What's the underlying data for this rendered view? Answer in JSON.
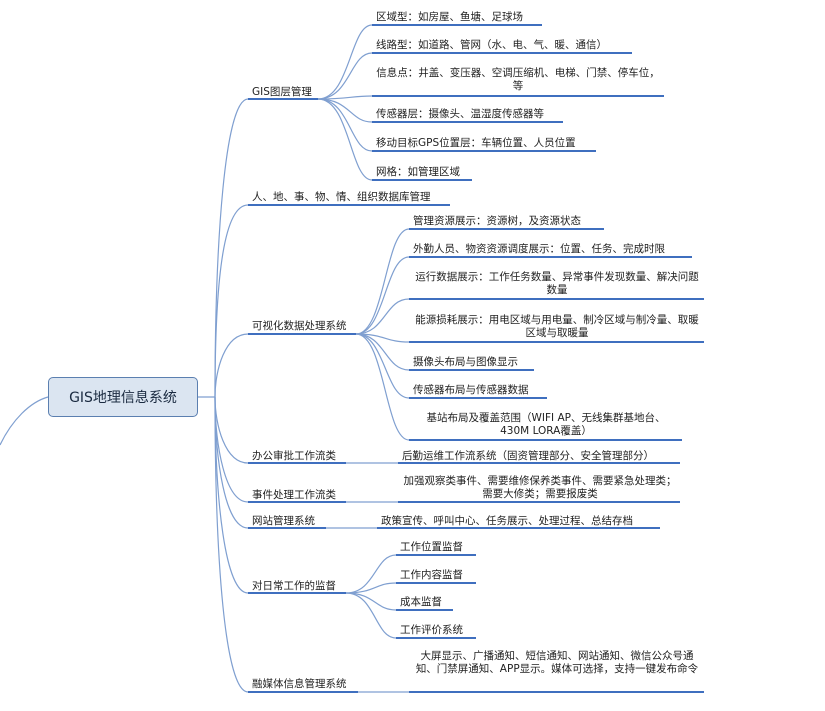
{
  "root": "GIS地理信息系统",
  "branches": [
    {
      "label": "GIS图层管理",
      "children": [
        "区域型：如房屋、鱼塘、足球场",
        "线路型：如道路、管网（水、电、气、暖、通信）",
        "信息点：井盖、变压器、空调压缩机、电梯、门禁、停车位，等",
        "传感器层：摄像头、温湿度传感器等",
        "移动目标GPS位置层：车辆位置、人员位置",
        "网格：如管理区域"
      ]
    },
    {
      "label": "人、地、事、物、情、组织数据库管理",
      "children": []
    },
    {
      "label": "可视化数据处理系统",
      "children": [
        "管理资源展示：资源树，及资源状态",
        "外勤人员、物资资源调度展示：位置、任务、完成时限",
        "运行数据展示：工作任务数量、异常事件发现数量、解决问题数量",
        "能源损耗展示：用电区域与用电量、制冷区域与制冷量、取暖区域与取暖量",
        "摄像头布局与图像显示",
        "传感器布局与传感器数据",
        "基站布局及覆盖范围（WIFI AP、无线集群基地台、430M LORA覆盖）"
      ]
    },
    {
      "label": "办公审批工作流类",
      "children": [
        "后勤运维工作流系统（固资管理部分、安全管理部分）"
      ]
    },
    {
      "label": "事件处理工作流类",
      "children": [
        "加强观察类事件、需要维修保养类事件、需要紧急处理类；需要大修类；需要报废类"
      ]
    },
    {
      "label": "网站管理系统",
      "children": [
        "政策宣传、呼叫中心、任务展示、处理过程、总结存档"
      ]
    },
    {
      "label": "对日常工作的监督",
      "children": [
        "工作位置监督",
        "工作内容监督",
        "成本监督",
        "工作评价系统"
      ]
    },
    {
      "label": "融媒体信息管理系统",
      "children": [
        "大屏显示、广播通知、短信通知、网站通知、微信公众号通知、门禁屏通知、APP显示。媒体可选择，支持一键发布命令"
      ]
    }
  ],
  "colors": {
    "line": "#3f6fbf",
    "curve": "#7f9fd0",
    "root_fill": "#dbe5f1",
    "root_border": "#5b7fb0"
  }
}
